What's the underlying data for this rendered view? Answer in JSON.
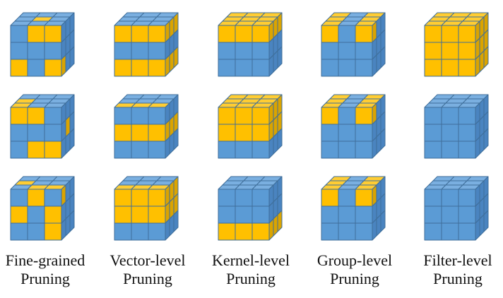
{
  "colors": {
    "blue_front": "#5b9bd5",
    "blue_top": "#7aafe0",
    "blue_side": "#4a84c0",
    "yellow_front": "#ffc000",
    "yellow_top": "#ffcd33",
    "yellow_side": "#dba400",
    "edge": "#3f6e9a"
  },
  "columns": [
    {
      "label_line1": "Fine-grained",
      "label_line2": "Pruning",
      "cubes": [
        {
          "top": [
            "BBB",
            "BYB",
            "BBB"
          ],
          "front": [
            "BYY",
            "BBB",
            "YBY"
          ],
          "side": [
            "BBB",
            "BBB",
            "YBB"
          ]
        },
        {
          "top": [
            "BBB",
            "YBB",
            "YBB"
          ],
          "front": [
            "YYB",
            "BBB",
            "BYY"
          ],
          "side": [
            "BBB",
            "BYB",
            "BBB"
          ]
        },
        {
          "top": [
            "BBB",
            "YBB",
            "BYY"
          ],
          "front": [
            "BYB",
            "YBY",
            "BBY"
          ],
          "side": [
            "YBB",
            "BBB",
            "BBB"
          ]
        }
      ]
    },
    {
      "label_line1": "Vector-level",
      "label_line2": "Pruning",
      "cubes": [
        {
          "top": [
            "BBB",
            "BBB",
            "BBB"
          ],
          "front": [
            "YYY",
            "BBB",
            "YYY"
          ],
          "side": [
            "YYY",
            "BBB",
            "YYY"
          ]
        },
        {
          "top": [
            "BBB",
            "BBB",
            "YYY"
          ],
          "front": [
            "BBB",
            "YYY",
            "BBB"
          ],
          "side": [
            "BBB",
            "YYY",
            "BBB"
          ]
        },
        {
          "top": [
            "BBB",
            "BBB",
            "YYY"
          ],
          "front": [
            "YYY",
            "YYY",
            "BBB"
          ],
          "side": [
            "YYY",
            "YYY",
            "BBB"
          ]
        }
      ]
    },
    {
      "label_line1": "Kernel-level",
      "label_line2": "Pruning",
      "cubes": [
        {
          "top": [
            "YYY",
            "YYY",
            "YYY"
          ],
          "front": [
            "YYY",
            "BBB",
            "BBB"
          ],
          "side": [
            "YYY",
            "BBB",
            "BBB"
          ]
        },
        {
          "top": [
            "YYY",
            "YYY",
            "YYY"
          ],
          "front": [
            "YYY",
            "YYY",
            "BBB"
          ],
          "side": [
            "YYY",
            "YYY",
            "BBB"
          ]
        },
        {
          "top": [
            "BBB",
            "BBB",
            "BBB"
          ],
          "front": [
            "BBB",
            "BBB",
            "YYY"
          ],
          "side": [
            "BBB",
            "BBB",
            "YYY"
          ]
        }
      ]
    },
    {
      "label_line1": "Group-level",
      "label_line2": "Pruning",
      "cubes": [
        {
          "top": [
            "YBY",
            "YBY",
            "YBY"
          ],
          "front": [
            "YBY",
            "BBB",
            "BBB"
          ],
          "side": [
            "YBB",
            "BBB",
            "BBB"
          ]
        },
        {
          "top": [
            "YBY",
            "YBY",
            "YBY"
          ],
          "front": [
            "YBY",
            "BBB",
            "BBB"
          ],
          "side": [
            "YBB",
            "BBB",
            "BBB"
          ]
        },
        {
          "top": [
            "YBY",
            "YBY",
            "YBY"
          ],
          "front": [
            "YBY",
            "BBB",
            "BBB"
          ],
          "side": [
            "YBB",
            "BBB",
            "BBB"
          ]
        }
      ]
    },
    {
      "label_line1": "Filter-level",
      "label_line2": "Pruning",
      "cubes": [
        {
          "top": [
            "YYY",
            "YYY",
            "YYY"
          ],
          "front": [
            "YYY",
            "YYY",
            "YYY"
          ],
          "side": [
            "YYY",
            "YYY",
            "YYY"
          ]
        },
        {
          "top": [
            "BBB",
            "BBB",
            "BBB"
          ],
          "front": [
            "BBB",
            "BBB",
            "BBB"
          ],
          "side": [
            "BBB",
            "BBB",
            "BBB"
          ]
        },
        {
          "top": [
            "BBB",
            "BBB",
            "BBB"
          ],
          "front": [
            "BBB",
            "BBB",
            "BBB"
          ],
          "side": [
            "BBB",
            "BBB",
            "BBB"
          ]
        }
      ]
    }
  ]
}
